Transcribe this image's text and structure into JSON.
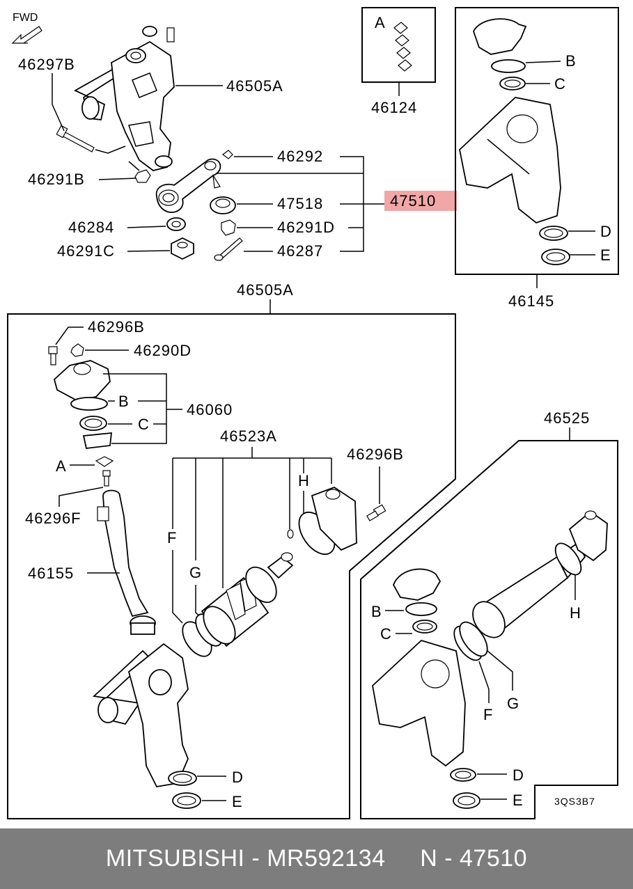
{
  "labels": {
    "fwd": "FWD",
    "p46297B": "46297B",
    "p46505A_top": "46505A",
    "p46124": "46124",
    "p46292": "46292",
    "p46291B": "46291B",
    "p47518": "47518",
    "p47510": "47510",
    "p46284": "46284",
    "p46291D": "46291D",
    "p46291C": "46291C",
    "p46287": "46287",
    "p46145": "46145",
    "p46505A_box": "46505A",
    "p46296B_1": "46296B",
    "p46290D": "46290D",
    "p46060": "46060",
    "p46523A": "46523A",
    "p46296B_2": "46296B",
    "p46296F": "46296F",
    "p46155": "46155",
    "p46525": "46525",
    "ref_code": "3QS3B7",
    "A": "A",
    "B": "B",
    "C": "C",
    "D": "D",
    "E": "E",
    "F": "F",
    "G": "G",
    "H": "H"
  },
  "footer": {
    "text": "MITSUBISHI - MR592134     N - 47510"
  },
  "highlight_color": "#f1a7a7"
}
